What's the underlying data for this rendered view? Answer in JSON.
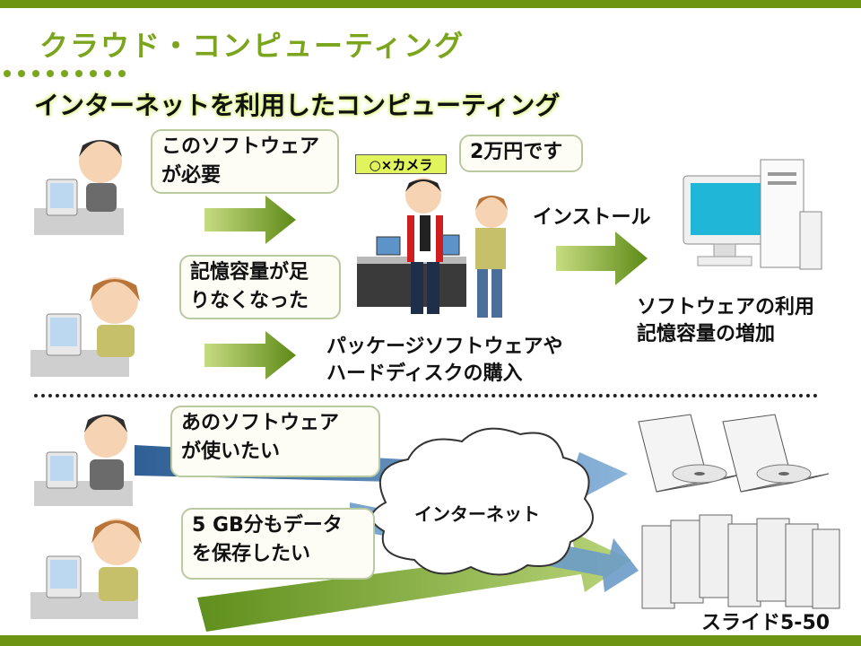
{
  "title": "クラウド・コンピューティング",
  "subtitle": "インターネットを利用したコンピューティング",
  "top": {
    "bubble1": [
      "このソフトウェア",
      "が必要"
    ],
    "bubble2": [
      "記憶容量が足",
      "りなくなった"
    ],
    "shop_tag": "○×カメラ",
    "shop_bubble": "2万円です",
    "install": "インストール",
    "purchase": [
      "パッケージソフトウェアや",
      "ハードディスクの購入"
    ],
    "result": [
      "ソフトウェアの利用",
      "記憶容量の増加"
    ]
  },
  "bottom": {
    "bubble1": [
      "あのソフトウェア",
      "が使いたい"
    ],
    "bubble2": [
      "5 GB分もデータ",
      "を保存したい"
    ],
    "cloud": "インターネット"
  },
  "slide_number": "スライド5-50",
  "colors": {
    "accent_green": "#7aa51c",
    "arrow_green": "#6e9a1e",
    "arrow_blue": "#5a8fc0"
  }
}
